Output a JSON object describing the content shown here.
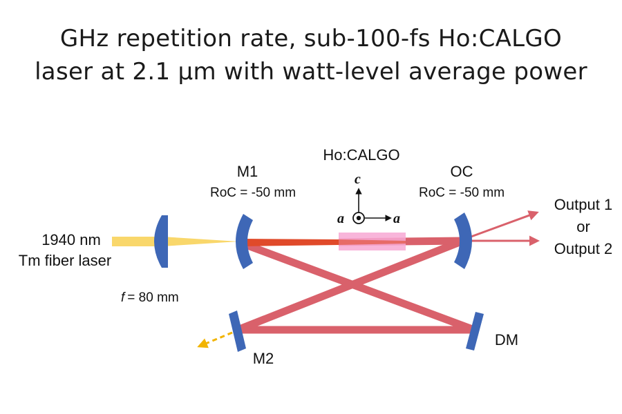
{
  "title": {
    "line1": "GHz repetition rate, sub-100-fs Ho:CALGO",
    "line2": "laser at 2.1 µm with watt-level average power"
  },
  "pump": {
    "wavelength": "1940 nm",
    "source": "Tm fiber laser",
    "lens_focal": "= 80 mm",
    "lens_focal_symbol": "f"
  },
  "crystal": {
    "label": "Ho:CALGO",
    "axis_c": "c",
    "axis_a_left": "a",
    "axis_a_right": "a"
  },
  "mirrors": {
    "m1": {
      "name": "M1",
      "roc": "RoC = -50 mm"
    },
    "oc": {
      "name": "OC",
      "roc": "RoC = -50 mm"
    },
    "m2": {
      "name": "M2"
    },
    "dm": {
      "name": "DM"
    }
  },
  "output": {
    "line1": "Output 1",
    "line2": "or",
    "line3": "Output 2"
  },
  "colors": {
    "pump_beam": "#f9d76b",
    "laser_beam": "#d9616b",
    "crystal_beam": "#e04a2a",
    "mirror": "#3e67b6",
    "crystal": "#f7a8d4",
    "dashed_arrow": "#f2b400"
  }
}
